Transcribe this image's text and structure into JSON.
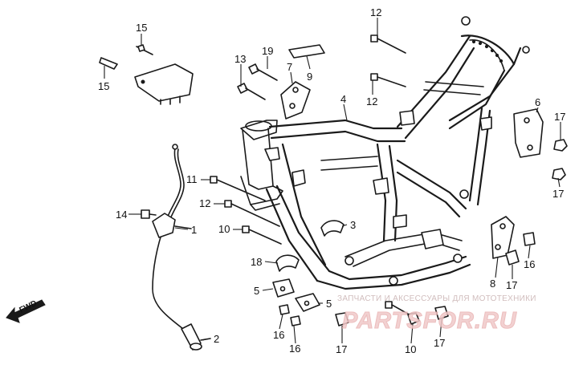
{
  "callouts": [
    {
      "id": "c15a",
      "label": "15"
    },
    {
      "id": "c15b",
      "label": "15"
    },
    {
      "id": "c13",
      "label": "13"
    },
    {
      "id": "c19",
      "label": "19"
    },
    {
      "id": "c9",
      "label": "9"
    },
    {
      "id": "c7",
      "label": "7"
    },
    {
      "id": "c12a",
      "label": "12"
    },
    {
      "id": "c12b",
      "label": "12"
    },
    {
      "id": "c4",
      "label": "4"
    },
    {
      "id": "c6",
      "label": "6"
    },
    {
      "id": "c17a",
      "label": "17"
    },
    {
      "id": "c17b",
      "label": "17"
    },
    {
      "id": "c11",
      "label": "11"
    },
    {
      "id": "c12c",
      "label": "12"
    },
    {
      "id": "c14",
      "label": "14"
    },
    {
      "id": "c1",
      "label": "1"
    },
    {
      "id": "c10a",
      "label": "10"
    },
    {
      "id": "c3",
      "label": "3"
    },
    {
      "id": "c18",
      "label": "18"
    },
    {
      "id": "c8",
      "label": "8"
    },
    {
      "id": "c16a",
      "label": "16"
    },
    {
      "id": "c17c",
      "label": "17"
    },
    {
      "id": "c5a",
      "label": "5"
    },
    {
      "id": "c5b",
      "label": "5"
    },
    {
      "id": "c16b",
      "label": "16"
    },
    {
      "id": "c16c",
      "label": "16"
    },
    {
      "id": "c17d",
      "label": "17"
    },
    {
      "id": "c10b",
      "label": "10"
    },
    {
      "id": "c17e",
      "label": "17"
    },
    {
      "id": "c2",
      "label": "2"
    }
  ],
  "fwd_label": "FWD",
  "watermark": {
    "text": "ЗАПЧАСТИ И АКСЕССУАРЫ ДЛЯ МОТОТЕХНИКИ",
    "logo": "PARTSFOR.RU",
    "color": "#f0c9c9"
  }
}
